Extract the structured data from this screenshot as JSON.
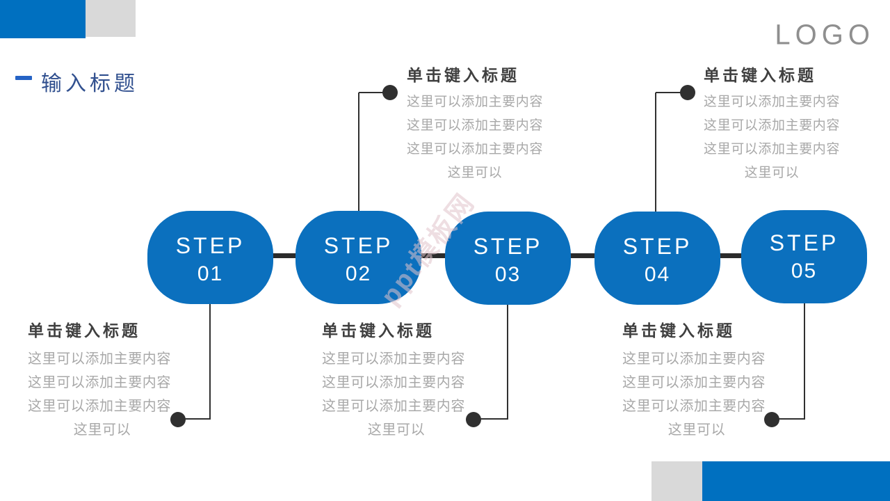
{
  "colors": {
    "accent-blue": "#0070C0",
    "shape-blue": "#0B70BE",
    "deco-gray": "#D9D9D9",
    "logo-gray": "#8F8F8F",
    "dash-blue": "#2563C5",
    "title-navy": "#31508F",
    "heading-gray": "#3F3F3F",
    "body-gray": "#A8A8A8",
    "line-dark": "#303030"
  },
  "logo": {
    "text": "LOGO"
  },
  "header": {
    "title": "输入标题"
  },
  "watermark": {
    "text": "ppt模板网"
  },
  "steps": [
    {
      "label": "STEP",
      "number": "01"
    },
    {
      "label": "STEP",
      "number": "02"
    },
    {
      "label": "STEP",
      "number": "03"
    },
    {
      "label": "STEP",
      "number": "04"
    },
    {
      "label": "STEP",
      "number": "05"
    }
  ],
  "callouts": [
    {
      "position": "top-of-step-2",
      "title": "单击键入标题",
      "lines": [
        "这里可以添加主要内容",
        "这里可以添加主要内容",
        "这里可以添加主要内容"
      ],
      "last_line": "这里可以"
    },
    {
      "position": "top-of-step-4",
      "title": "单击键入标题",
      "lines": [
        "这里可以添加主要内容",
        "这里可以添加主要内容",
        "这里可以添加主要内容"
      ],
      "last_line": "这里可以"
    },
    {
      "position": "bottom-of-step-1",
      "title": "单击键入标题",
      "lines": [
        "这里可以添加主要内容",
        "这里可以添加主要内容",
        "这里可以添加主要内容"
      ],
      "last_line": "这里可以"
    },
    {
      "position": "bottom-of-step-3",
      "title": "单击键入标题",
      "lines": [
        "这里可以添加主要内容",
        "这里可以添加主要内容",
        "这里可以添加主要内容"
      ],
      "last_line": "这里可以"
    },
    {
      "position": "bottom-of-step-5",
      "title": "单击键入标题",
      "lines": [
        "这里可以添加主要内容",
        "这里可以添加主要内容",
        "这里可以添加主要内容"
      ],
      "last_line": "这里可以"
    }
  ]
}
